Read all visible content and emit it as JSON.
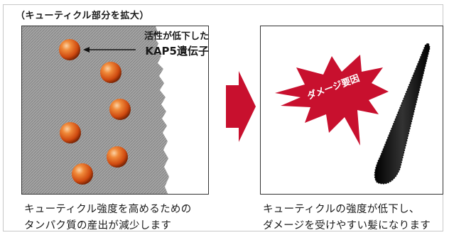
{
  "header": {
    "title": "（キューティクル部分を拡大）"
  },
  "left_panel": {
    "callout_line1": "活性が低下した",
    "callout_line2": "KAP5遺伝子",
    "caption_line1": "キューティクル強度を高めるための",
    "caption_line2": "タンパク質の産出が減少します"
  },
  "right_panel": {
    "burst_text": "ダメージ要因",
    "caption_line1": "キューティクルの強度が低下し、",
    "caption_line2": "ダメージを受けやすい髪になります"
  },
  "colors": {
    "arrow": "#c8102e",
    "burst": "#c8102e",
    "sphere": "#e2651b",
    "cuticle": "#9a9a9a",
    "hair": "#1a1a1a"
  },
  "icons": {
    "sphere": "protein-sphere-icon",
    "arrow": "right-arrow-icon",
    "burst": "explosion-icon"
  }
}
